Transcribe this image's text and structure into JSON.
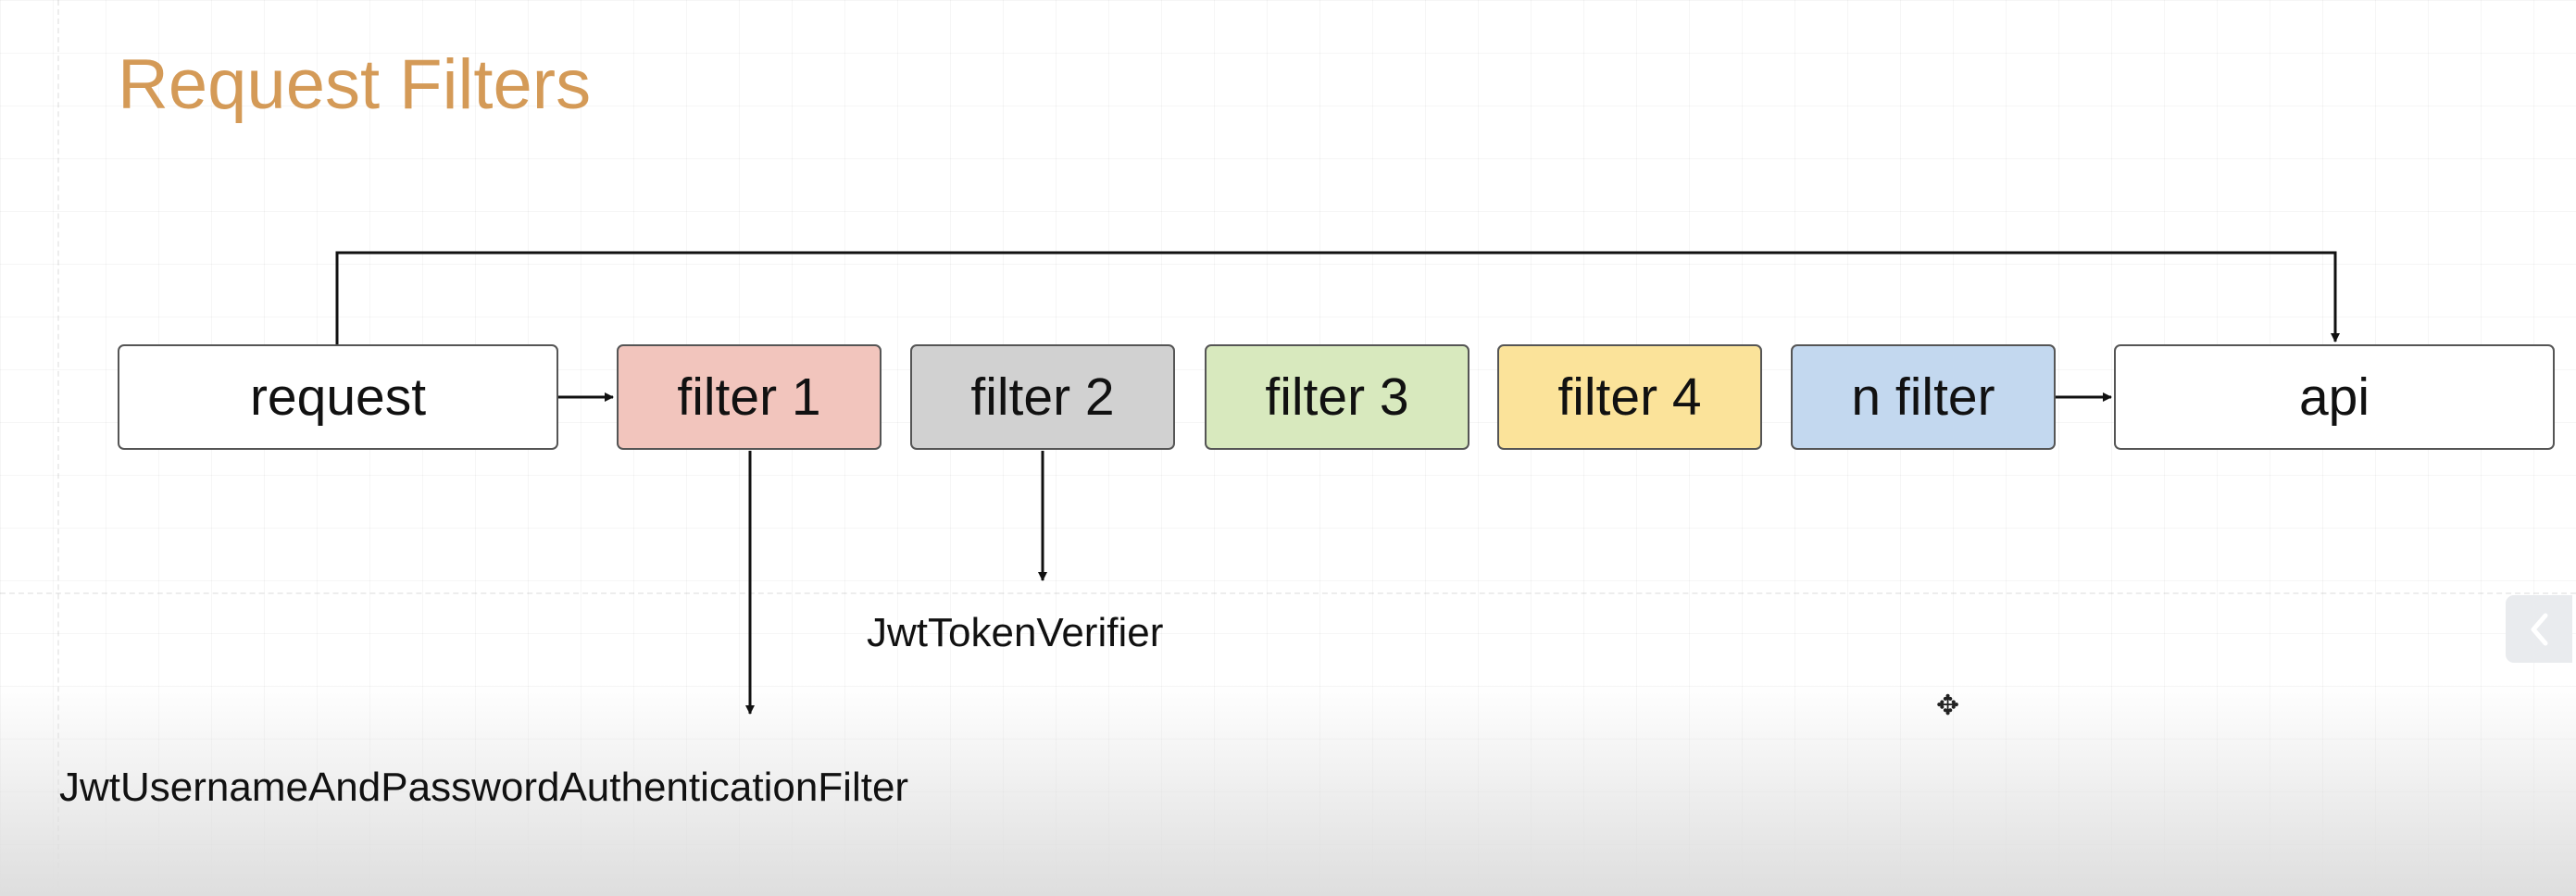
{
  "title": "Request Filters",
  "nodes": {
    "request": "request",
    "filter1": "filter 1",
    "filter2": "filter 2",
    "filter3": "filter 3",
    "filter4": "filter 4",
    "nfilter": "n filter",
    "api": "api"
  },
  "annotations": {
    "filter1": "JwtUsernameAndPasswordAuthenticationFilter",
    "filter2": "JwtTokenVerifier"
  },
  "colors": {
    "title": "#d49a57",
    "filter1": "#f2c5bd",
    "filter2": "#d1d1d1",
    "filter3": "#d8e9be",
    "filter4": "#fbe39a",
    "nfilter": "#c3d8ef",
    "plain": "#ffffff"
  },
  "icons": {
    "cursor": "move-cursor-icon",
    "collapse": "chevron-left-icon"
  }
}
